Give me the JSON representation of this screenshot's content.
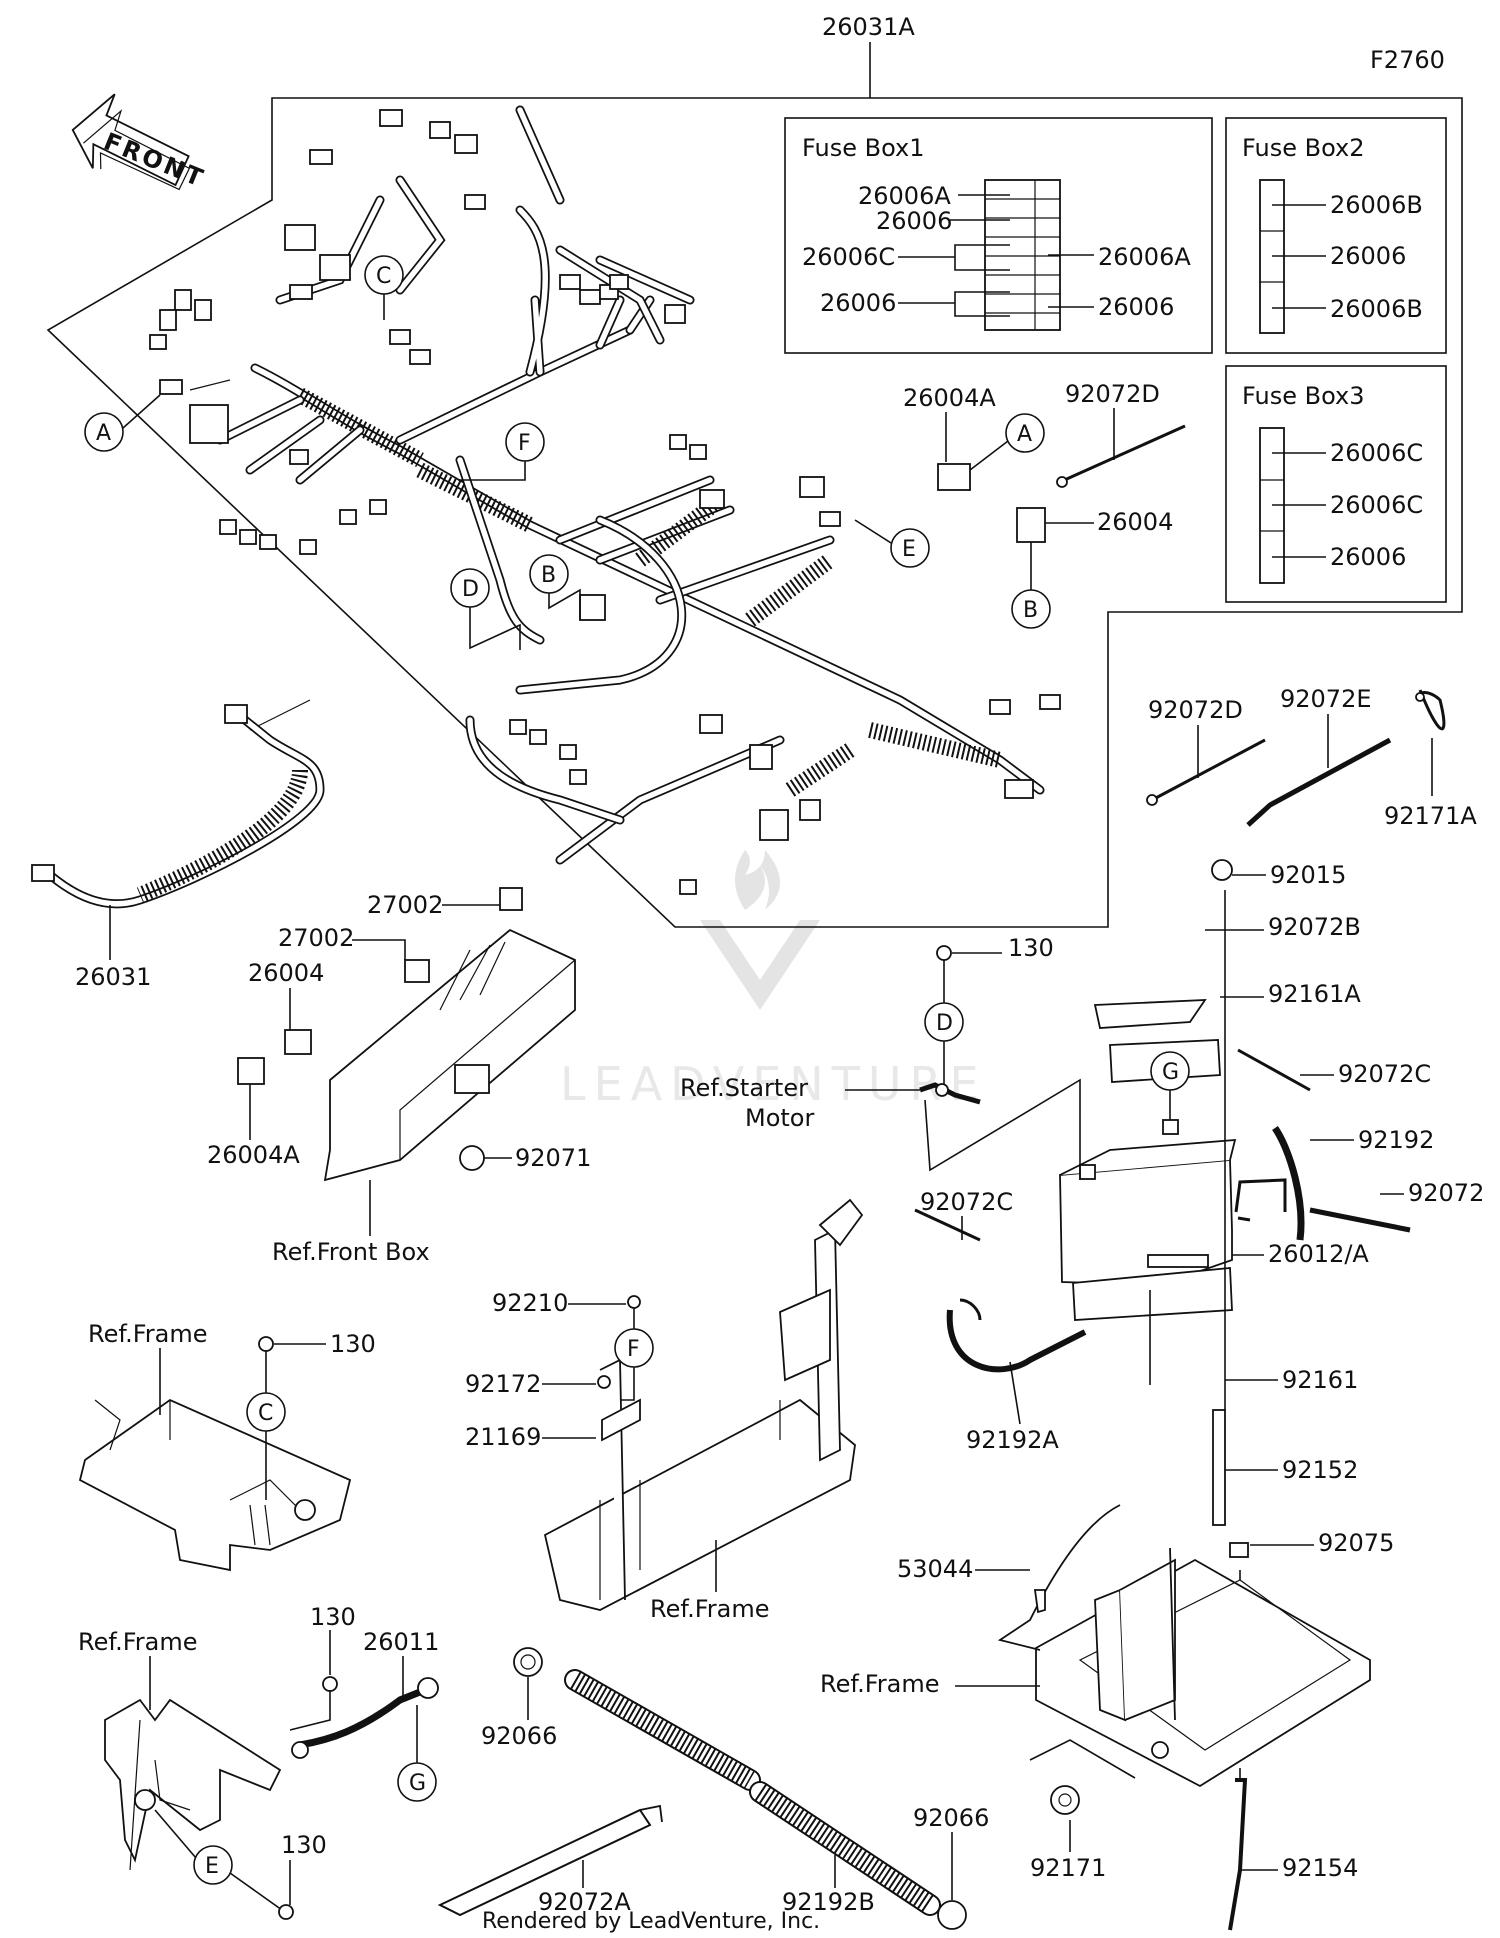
{
  "diagram_code": "F2760",
  "front_arrow": "FRONT",
  "footer": "Rendered by LeadVenture, Inc.",
  "watermark": "LEADVENTURE",
  "fuse_boxes": [
    {
      "title": "Fuse Box1",
      "left": [
        "26006A",
        "26006",
        "26006C",
        "26006"
      ],
      "right": [
        "26006A",
        "26006"
      ]
    },
    {
      "title": "Fuse Box2",
      "right": [
        "26006B",
        "26006",
        "26006B"
      ]
    },
    {
      "title": "Fuse Box3",
      "right": [
        "26006C",
        "26006C",
        "26006"
      ]
    }
  ],
  "parts": {
    "p26031A": "26031A",
    "p26031": "26031",
    "p26004A_top": "26004A",
    "p92072D_top": "92072D",
    "p26004_top": "26004",
    "p92072D_mid": "92072D",
    "p92072E": "92072E",
    "p92171A": "92171A",
    "p27002_a": "27002",
    "p27002_b": "27002",
    "p26004_front": "26004",
    "p26004A_front": "26004A",
    "p92071": "92071",
    "ref_front_box": "Ref.Front Box",
    "p92015": "92015",
    "p92072B": "92072B",
    "p130_d": "130",
    "p92161A": "92161A",
    "ref_starter_motor": "Ref.Starter\nMotor",
    "p92072C_r": "92072C",
    "p92192": "92192",
    "p92072": "92072",
    "p92072C_l": "92072C",
    "p26012A": "26012/A",
    "ref_frame_1": "Ref.Frame",
    "p130_c": "130",
    "p92210": "92210",
    "p92172": "92172",
    "p21169": "21169",
    "p92161": "92161",
    "p92192A": "92192A",
    "p92152": "92152",
    "ref_frame_2": "Ref.Frame",
    "p92075": "92075",
    "p53044": "53044",
    "ref_frame_3": "Ref.Frame",
    "ref_frame_4": "Ref.Frame",
    "p130_g": "130",
    "p26011": "26011",
    "p92066_a": "92066",
    "p130_e": "130",
    "p92066_b": "92066",
    "p92171": "92171",
    "p92154": "92154",
    "p92072A": "92072A",
    "p92192B": "92192B"
  },
  "callouts": {
    "A": "A",
    "B": "B",
    "C": "C",
    "D": "D",
    "E": "E",
    "F": "F",
    "G": "G"
  }
}
